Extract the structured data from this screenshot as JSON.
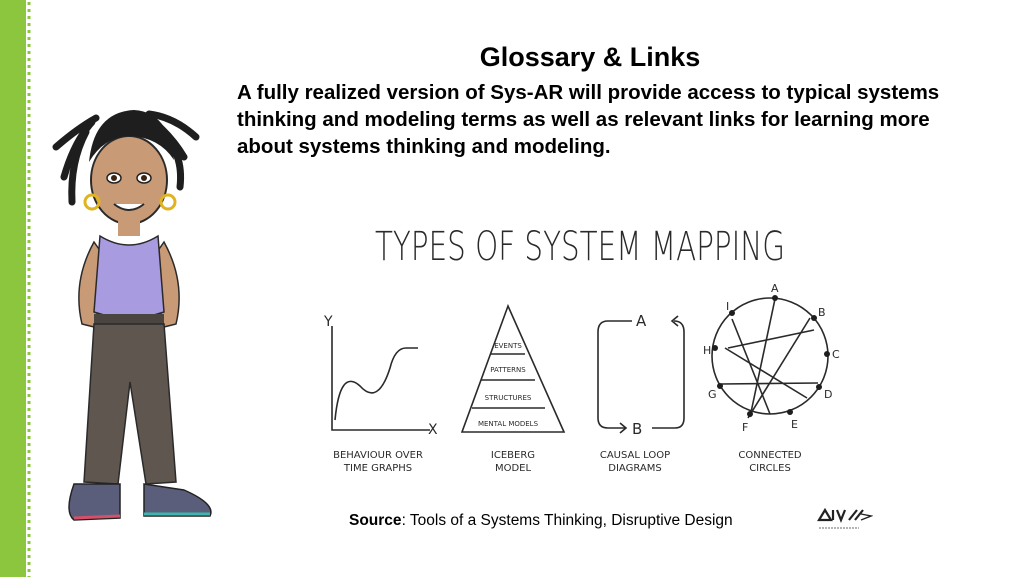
{
  "slide": {
    "title": "Glossary & Links",
    "description": "A fully realized version of Sys-AR will provide access to typical systems thinking and modeling terms as well as relevant links for learning more about systems thinking and modeling."
  },
  "figure": {
    "heading": "TYPES OF SYSTEM MAPPING",
    "axis_y": "Y",
    "axis_x": "X",
    "iceberg_layers": [
      "EVENTS",
      "PATTERNS",
      "STRUCTURES",
      "MENTAL MODELS"
    ],
    "loop_nodes": [
      "A",
      "B"
    ],
    "circle_nodes": [
      "A",
      "B",
      "C",
      "D",
      "E",
      "F",
      "G",
      "H",
      "I"
    ],
    "captions": [
      [
        "BEHAVIOUR OVER",
        "TIME GRAPHS"
      ],
      [
        "ICEBERG",
        "MODEL"
      ],
      [
        "CAUSAL LOOP",
        "DIAGRAMS"
      ],
      [
        "CONNECTED",
        "CIRCLES"
      ]
    ]
  },
  "source": {
    "label": "Source",
    "text": ": Tools of a Systems Thinking, Disruptive Design"
  },
  "colors": {
    "accent_green": "#8cc63f",
    "tank_top": "#a99be0",
    "skin": "#c99a76",
    "pants": "#5e564f"
  }
}
